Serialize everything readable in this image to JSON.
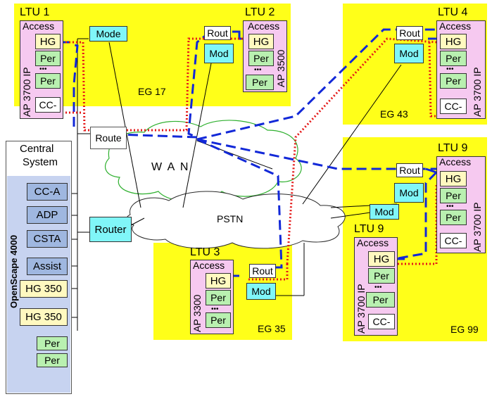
{
  "central": {
    "title_line1": "Central",
    "title_line2": "System",
    "brand": "OpenScape 4000",
    "modules": [
      "CC-A",
      "ADP",
      "CSTA",
      "Assist",
      "HG 350",
      "HG 350",
      "Per",
      "Per"
    ]
  },
  "wan": {
    "label": "W A N"
  },
  "pstn": {
    "label": "PSTN"
  },
  "router_label": "Router",
  "route_label": "Route",
  "ltu1": {
    "title": "LTU 1",
    "access": "Access",
    "hg": "HG",
    "per1": "Per",
    "per2": "Per",
    "cc": "CC-",
    "ap": "AP 3700 IP",
    "mode": "Mode",
    "eg": "EG 17"
  },
  "ltu2": {
    "title": "LTU 2",
    "access": "Access",
    "hg": "HG",
    "per1": "Per",
    "per2": "Per",
    "rout": "Rout",
    "mod": "Mod",
    "ap": "AP 3500"
  },
  "ltu4": {
    "title": "LTU 4",
    "access": "Access",
    "hg": "HG",
    "per1": "Per",
    "per2": "Per",
    "cc": "CC-",
    "rout": "Rout",
    "mod": "Mod",
    "ap": "AP 3700 IP",
    "eg": "EG 43"
  },
  "ltu9a": {
    "title": "LTU 9",
    "access": "Access",
    "hg": "HG",
    "per1": "Per",
    "per2": "Per",
    "cc": "CC-",
    "rout": "Rout",
    "mod": "Mod",
    "ap": "AP 3700 IP"
  },
  "ltu9b": {
    "title": "LTU 9",
    "access": "Access",
    "hg": "HG",
    "per1": "Per",
    "per2": "Per",
    "cc": "CC-",
    "mod": "Mod",
    "ap": "AP 3700 IP",
    "eg": "EG 99"
  },
  "ltu3": {
    "title": "LTU 3",
    "access": "Access",
    "hg": "HG",
    "per1": "Per",
    "per2": "Per",
    "rout": "Rout",
    "mod": "Mod",
    "ap": "AP 3300",
    "eg": "EG 35"
  },
  "dots": "•••"
}
